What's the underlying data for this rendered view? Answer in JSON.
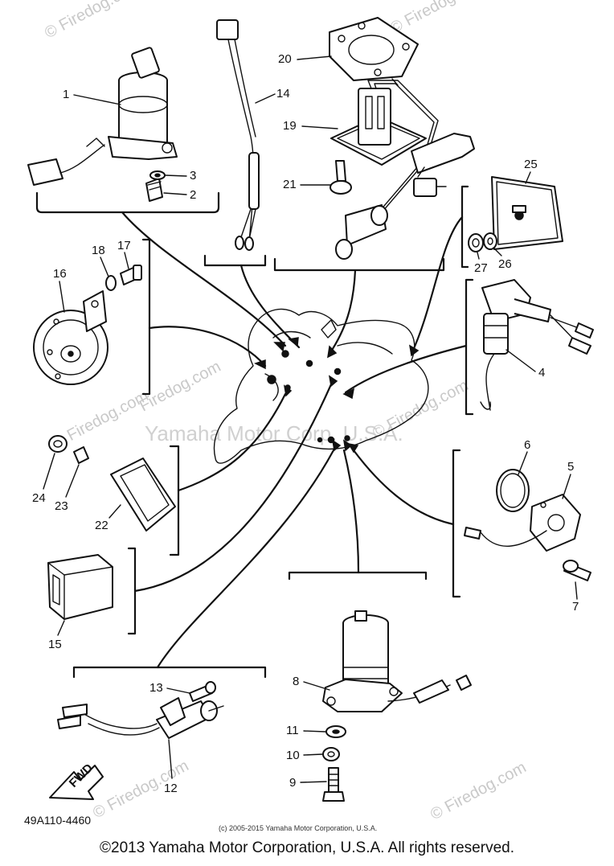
{
  "watermarks": [
    "© Firedog.com",
    "© Firedog.com",
    "© Firedog.com",
    "Firedog.com",
    "© Firedog.com",
    "© Firedog.com",
    "© Firedog.com"
  ],
  "watermark_center": "Yamaha Motor Corp. U.S.A.",
  "callouts": [
    "1",
    "2",
    "3",
    "4",
    "5",
    "6",
    "7",
    "8",
    "9",
    "10",
    "11",
    "12",
    "13",
    "14",
    "15",
    "16",
    "17",
    "18",
    "19",
    "20",
    "21",
    "22",
    "23",
    "24",
    "25",
    "26",
    "27"
  ],
  "direction_label": "FWD",
  "diagram_code": "49A110-4460",
  "small_copyright": "(c) 2005-2015 Yamaha Motor Corporation, U.S.A.",
  "copyright": "©2013 Yamaha Motor Corporation, U.S.A. All rights reserved."
}
